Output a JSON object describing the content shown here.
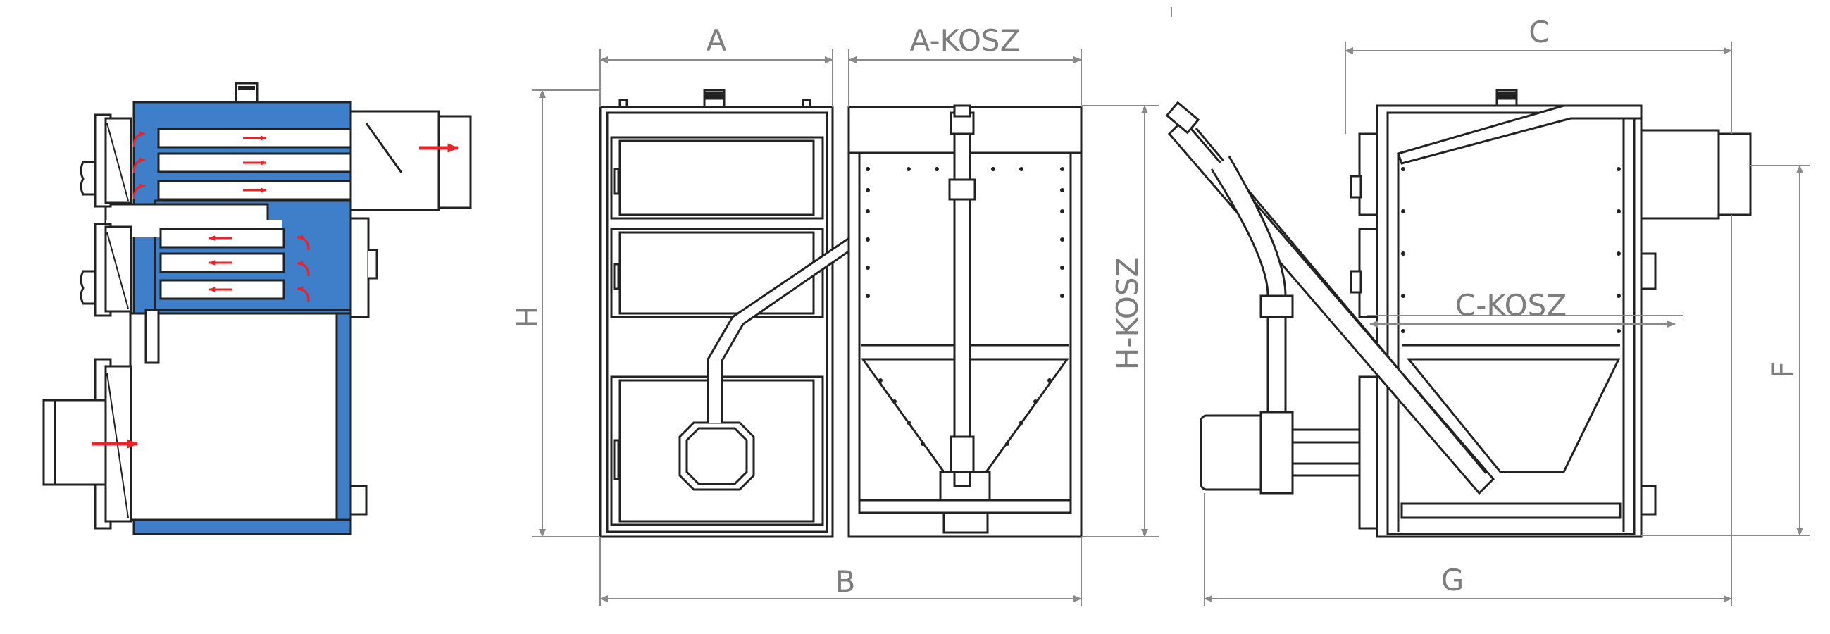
{
  "dimension_labels": {
    "A": "A",
    "A_KOSZ": "A-KOSZ",
    "B": "B",
    "H": "H",
    "H_KOSZ": "H-KOSZ",
    "C": "C",
    "C_KOSZ": "C-KOSZ",
    "F": "F",
    "G": "G"
  },
  "colors": {
    "water_jacket": "#3f7fc9",
    "flow_arrow": "#e8242b",
    "outline": "#222222",
    "dimension_line": "#8a8a8a"
  }
}
